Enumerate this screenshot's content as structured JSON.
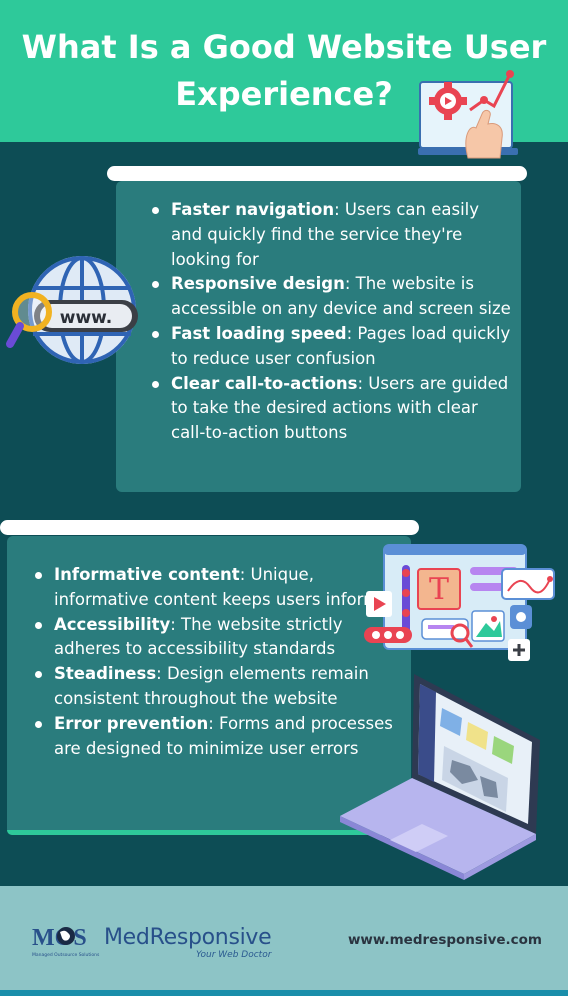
{
  "header": {
    "title_line1": "What Is a Good Website User",
    "title_line2": "Experience?"
  },
  "section1": {
    "items": [
      {
        "term": "Faster navigation",
        "desc": ": Users can easily and quickly find the service they're looking for"
      },
      {
        "term": "Responsive design",
        "desc": ": The website is accessible on any device and screen size"
      },
      {
        "term": "Fast loading speed",
        "desc": ": Pages load quickly to reduce user confusion"
      },
      {
        "term": "Clear call-to-actions",
        "desc": ": Users are guided to take the desired actions with clear call-to-action buttons"
      }
    ]
  },
  "section2": {
    "items": [
      {
        "term": "Informative content",
        "desc": ": Unique, informative content keeps users informed"
      },
      {
        "term": "Accessibility",
        "desc": ": The website strictly adheres to accessibility standards"
      },
      {
        "term": "Steadiness",
        "desc": ": Design elements remain consistent throughout the website"
      },
      {
        "term": "Error prevention",
        "desc": ": Forms and processes are designed to minimize user errors"
      }
    ]
  },
  "globe": {
    "label": "www."
  },
  "design_card": {
    "letter": "T"
  },
  "footer": {
    "logo_text": "MOS",
    "logo_subtext": "Managed Outsource Solutions",
    "brand": "MedResponsive",
    "tagline": "Your Web Doctor",
    "url": "www.medresponsive.com"
  },
  "colors": {
    "header_bg": "#2ec99a",
    "page_bg": "#0d4d55",
    "panel_bg": "#2a7c7d",
    "footer_bg": "#8dc4c6",
    "accent_red": "#e94452"
  },
  "icons": [
    "gear-icon",
    "play-icon",
    "hand-pointer-icon",
    "globe-icon",
    "magnifier-icon",
    "laptop-icon",
    "design-elements-icon"
  ]
}
